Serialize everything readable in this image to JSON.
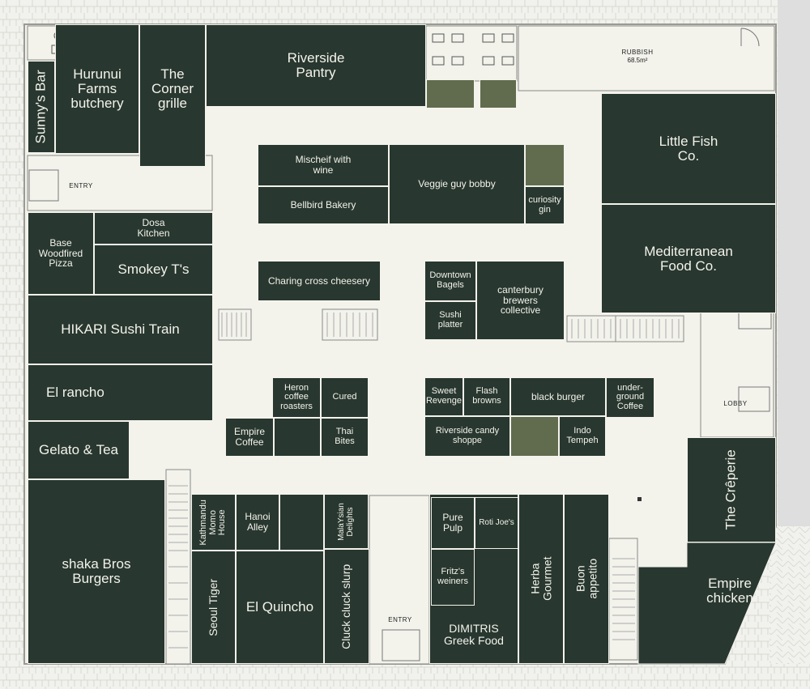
{
  "map": {
    "shops": {
      "sunnys_bar": "Sunny's Bar",
      "hurunui": "Hurunui Farms butchery",
      "corner_grille": "The Corner grille",
      "riverside_pantry": "Riverside Pantry",
      "little_fish": "Little Fish Co.",
      "mediterranean": "Mediterranean Food Co.",
      "mischeif": "Mischeif with wine",
      "bellbird": "Bellbird Bakery",
      "veggie_guy": "Veggie guy bobby",
      "curiosity_gin": "curiosity gin",
      "base_pizza": "Base Woodfired Pizza",
      "dosa": "Dosa Kitchen",
      "smokey": "Smokey T's",
      "hikari": "HIKARI Sushi Train",
      "el_rancho": "El rancho",
      "gelato": "Gelato & Tea",
      "charing_cross": "Charing cross cheesery",
      "downtown_bagels": "Downtown Bagels",
      "sushi_platter": "Sushi platter",
      "canterbury": "canterbury brewers collective",
      "heron": "Heron coffee roasters",
      "cured": "Cured",
      "empire_coffee": "Empire Coffee",
      "thai_bites": "Thai Bites",
      "sweet_revenge": "Sweet Revenge",
      "flash_browns": "Flash browns",
      "black_burger": "black burger",
      "underground": "under-ground Coffee",
      "riverside_candy": "Riverside candy shoppe",
      "indo_tempeh": "Indo Tempeh",
      "creperie": "The Crêperie",
      "shaka": "shaka Bros Burgers",
      "kathmandu": "Kathmandu Momo House",
      "hanoi": "Hanoi Alley",
      "malaysian": "MalaYsian Delights",
      "seoul": "Seoul Tiger",
      "el_quincho": "El Quincho",
      "cluck": "Cluck cluck slurp",
      "pure_pulp": "Pure Pulp",
      "roti_joes": "Roti Joe's",
      "fritzs": "Fritz's weiners",
      "dimitris": "DIMITRIS Greek Food",
      "herba": "Herba Gourmet",
      "buon": "Buon appetito",
      "empire_chicken": "Empire chicken"
    },
    "labels": {
      "rubbish": "RUBBISH",
      "rubbish_area": "68.5m²",
      "entry_west": "ENTRY",
      "entry_south": "ENTRY",
      "lobby": "LOBBY"
    },
    "colors": {
      "shop": "#28372f",
      "olive": "#616c4e",
      "corridor": "#f3f3ec",
      "outside": "#eeeee9"
    }
  }
}
